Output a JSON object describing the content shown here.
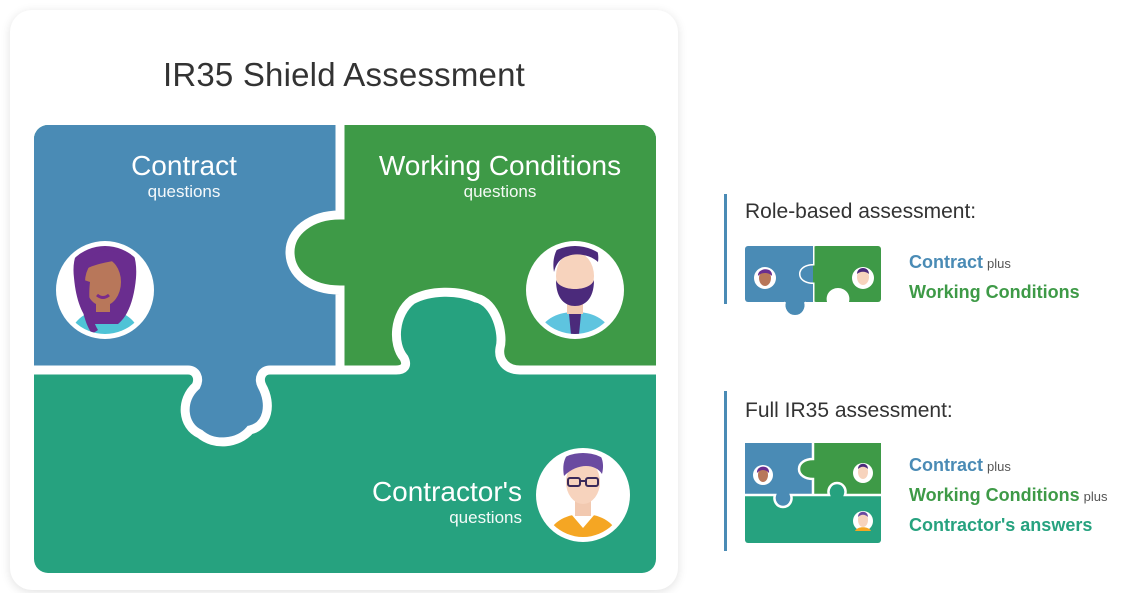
{
  "title": "IR35 Shield Assessment",
  "pieces": {
    "contract": {
      "title": "Contract",
      "subtitle": "questions"
    },
    "working": {
      "title": "Working Conditions",
      "subtitle": "questions"
    },
    "contractor": {
      "title": "Contractor's",
      "subtitle": "questions"
    }
  },
  "role_based": {
    "heading": "Role-based assessment:",
    "line1": "Contract",
    "line1_suffix": "plus",
    "line2": "Working Conditions"
  },
  "full": {
    "heading": "Full IR35 assessment:",
    "line1": "Contract",
    "line1_suffix": "plus",
    "line2": "Working Conditions",
    "line2_suffix": "plus",
    "line3": "Contractor's answers"
  },
  "colors": {
    "contract": "#4a8bb5",
    "working": "#3e9a47",
    "contractor": "#26a27f",
    "background": "#ffffff"
  },
  "icons": [
    "woman-avatar-icon",
    "bearded-man-avatar-icon",
    "glasses-man-avatar-icon"
  ]
}
